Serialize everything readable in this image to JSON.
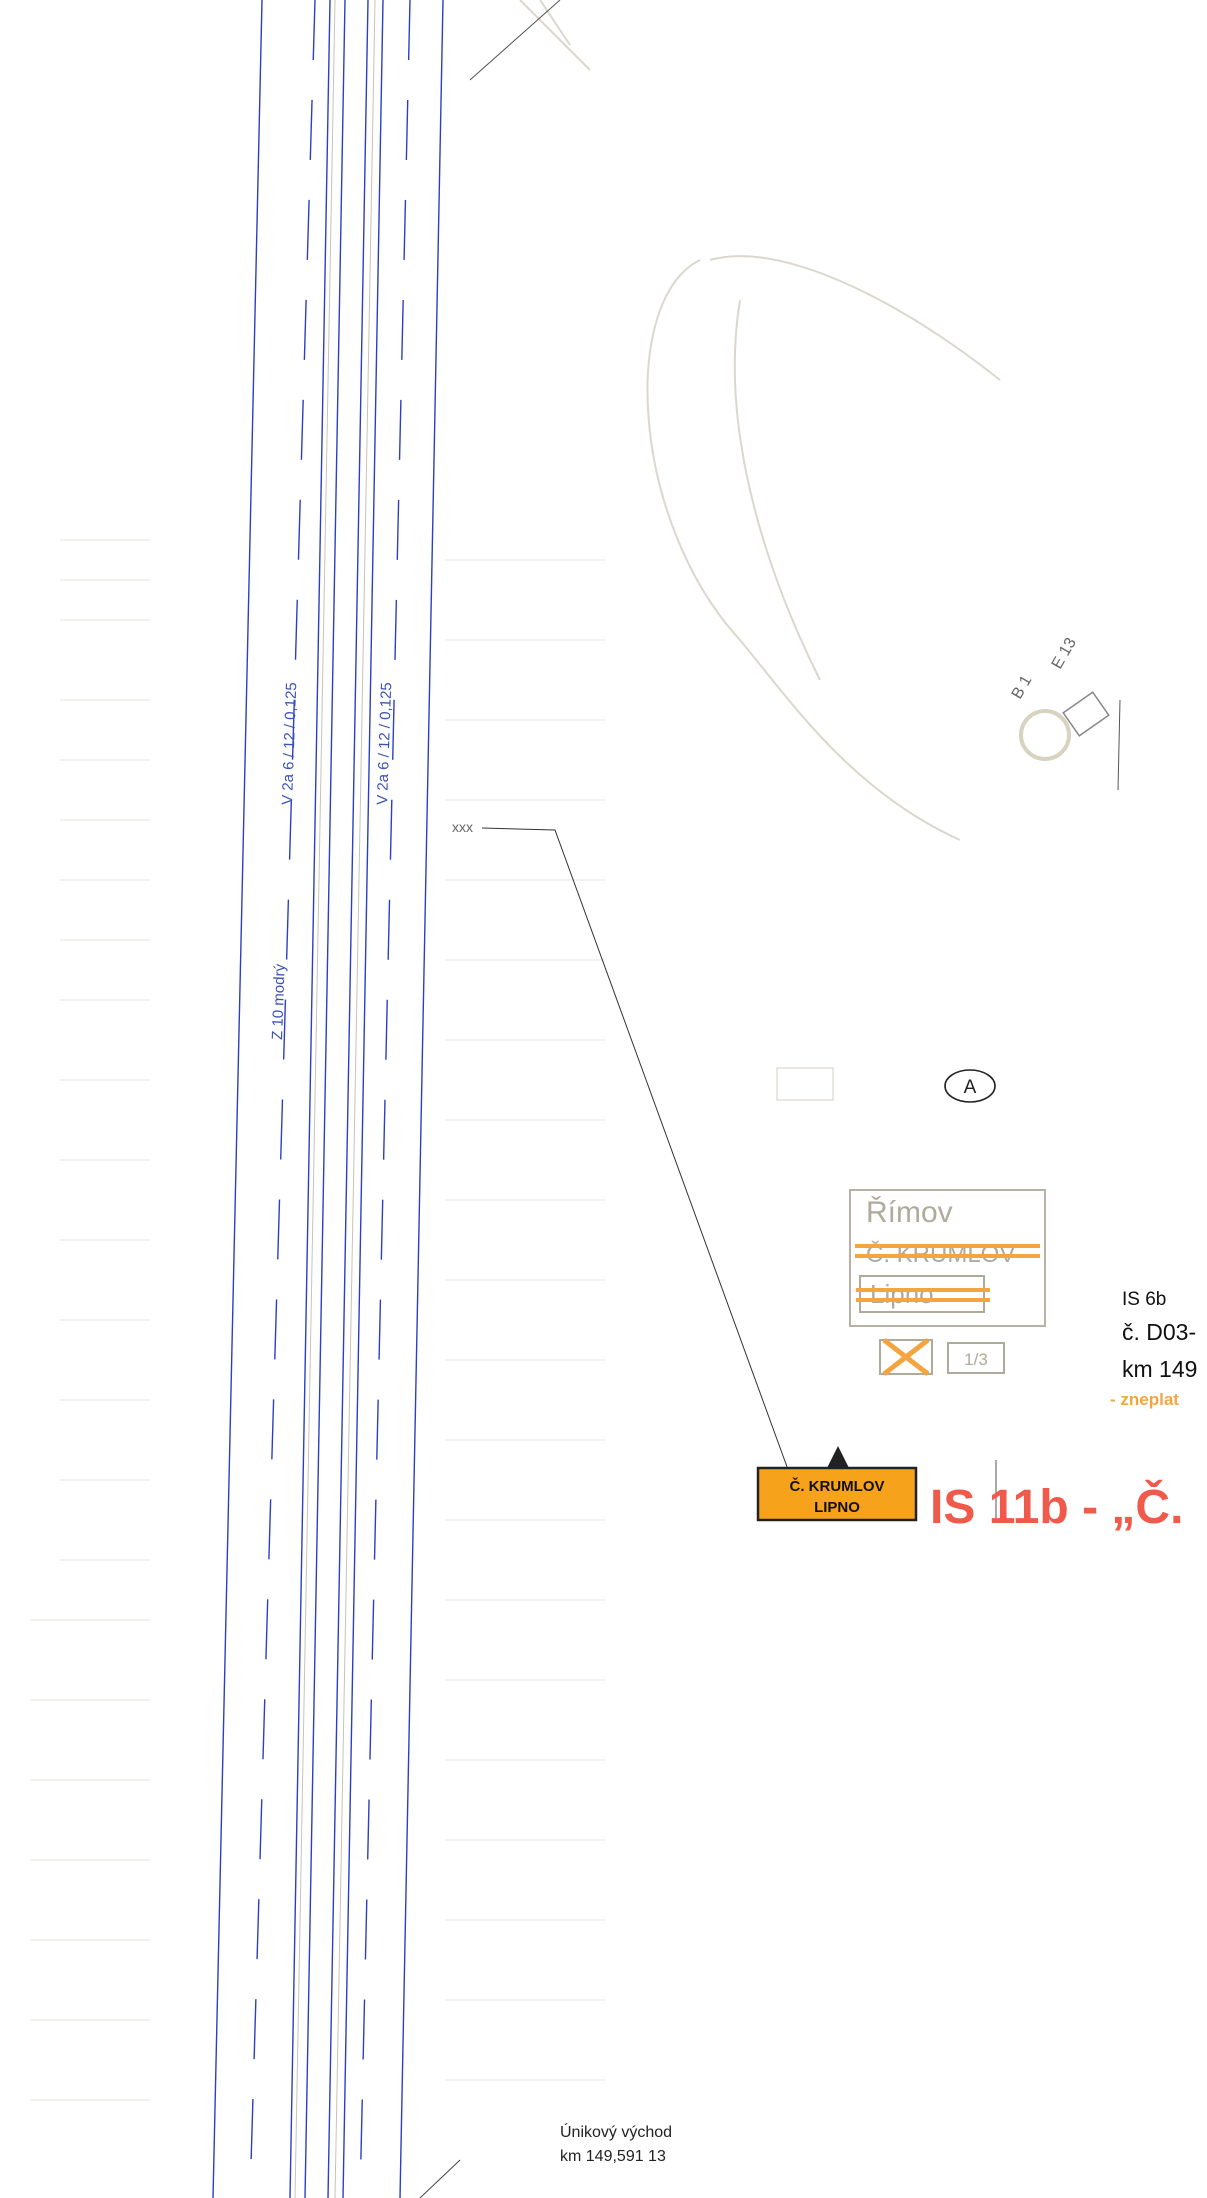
{
  "markings": {
    "left_lane_label": "V 2a  6 / 12 / 0,125",
    "right_lane_label": "V 2a  6 / 12 / 0,125",
    "z10_label": "Z 10 modrý",
    "crossmark": "xxx"
  },
  "marker": {
    "letter": "A"
  },
  "faint_labels": {
    "b": "B 1",
    "e": "E 13"
  },
  "old_sign": {
    "code": "IS 6b",
    "line1": "č. D03-",
    "line2": "km 149",
    "invalid_note": "- zneplat",
    "panel_rimov": "Římov",
    "panel_krumlov": "Č. KRUMLOV",
    "panel_lipno": "Lipno",
    "panel_number": "1/3"
  },
  "new_sign": {
    "line1": "Č. KRUMLOV",
    "line2": "LIPNO",
    "caption": "IS 11b - „Č.",
    "colors": {
      "fill": "#f7a21b",
      "caption": "#f05a4a"
    }
  },
  "escape": {
    "line1": "Únikový východ",
    "line2": "km 149,591 13"
  },
  "colors": {
    "lane_blue": "#2b3fc4",
    "invalid_orange": "#f5a540"
  }
}
